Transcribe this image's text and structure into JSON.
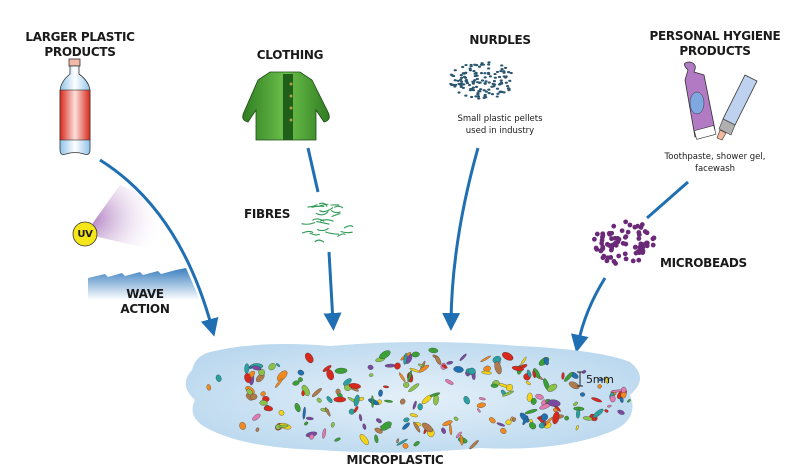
{
  "sources": {
    "larger_plastic": {
      "title_line1": "LARGER PLASTIC",
      "title_line2": "PRODUCTS"
    },
    "clothing": {
      "title": "CLOTHING",
      "intermediate": "FIBRES"
    },
    "nurdles": {
      "title": "NURDLES",
      "caption_line1": "Small plastic pellets",
      "caption_line2": "used in industry"
    },
    "personal_hygiene": {
      "title_line1": "PERSONAL HYGIENE",
      "title_line2": "PRODUCTS",
      "caption_line1": "Toothpaste, shower gel,",
      "caption_line2": "facewash",
      "intermediate": "MICROBEADS"
    }
  },
  "degradation": {
    "uv": "UV",
    "wave_line1": "WAVE",
    "wave_line2": "ACTION"
  },
  "result": {
    "title": "MICROPLASTIC",
    "scale": "5mm"
  },
  "colors": {
    "arrow": "#1f6fb2",
    "water": "#cfe3f3",
    "uv_sun": "#f5e61a",
    "fibres": "#2e9a56",
    "nurdles": "#2a5670",
    "microbeads": "#6a2a78",
    "jacket": "#3f9a2f"
  }
}
